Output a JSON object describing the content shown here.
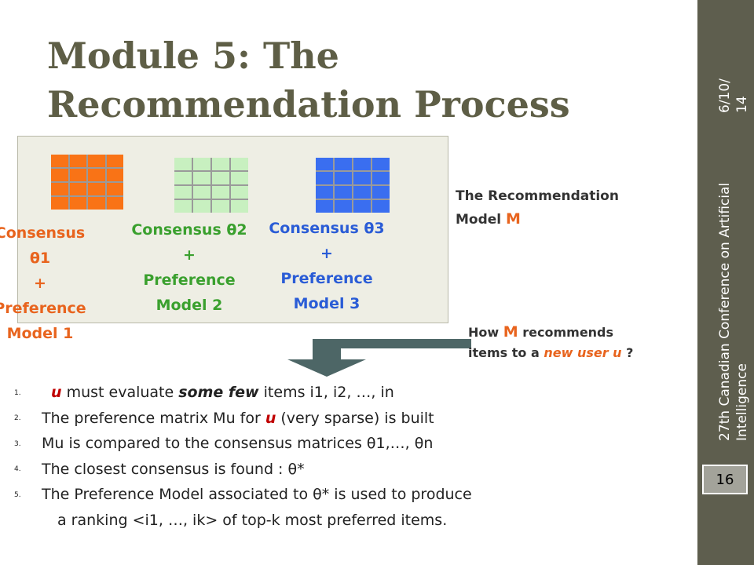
{
  "slide": {
    "title": "Module 5: The Recommendation Process (online)",
    "page_number": "16",
    "sidebar_conference": "27th Canadian Conference on Artificial\nIntelligence",
    "sidebar_date": "6/10/\n14"
  },
  "consensus": [
    {
      "line1": "Consensus θ1",
      "plus": "+",
      "line3": "Preference",
      "line4": "Model 1",
      "text_color": "#e8641e",
      "grid_color": "#f97316"
    },
    {
      "line1": "Consensus θ2",
      "plus": "+",
      "line3": "Preference",
      "line4": "Model 2",
      "text_color": "#3aa02e",
      "grid_color": "#c8f0c0"
    },
    {
      "line1": "Consensus θ3",
      "plus": "+",
      "line3": "Preference",
      "line4": "Model 3",
      "text_color": "#2a5cd6",
      "grid_color": "#3a6ef0"
    }
  ],
  "model": {
    "label": "The Recommendation",
    "label2": "Model",
    "symbol": "M"
  },
  "question": {
    "part1": "How",
    "symbol": "M",
    "part2": "recommends",
    "part3": "items to a",
    "italic": "new user u",
    "part4": "?"
  },
  "steps": [
    {
      "num": "1.",
      "u": "u",
      "a": " must evaluate ",
      "b": "some few",
      "c": " items i1, i2, …, in"
    },
    {
      "num": "2.",
      "a": "The preference matrix Mu  for ",
      "u": "u",
      "c": " (very sparse) is built"
    },
    {
      "num": "3.",
      "a": "Mu is compared to the consensus matrices θ1,…, θn"
    },
    {
      "num": "4.",
      "a": "The closest consensus is found : θ*"
    },
    {
      "num": "5.",
      "a": "The Preference Model associated to θ* is used to produce"
    },
    {
      "num": "",
      "a": "a ranking <i1, …, ik>  of top-k most preferred items."
    }
  ]
}
